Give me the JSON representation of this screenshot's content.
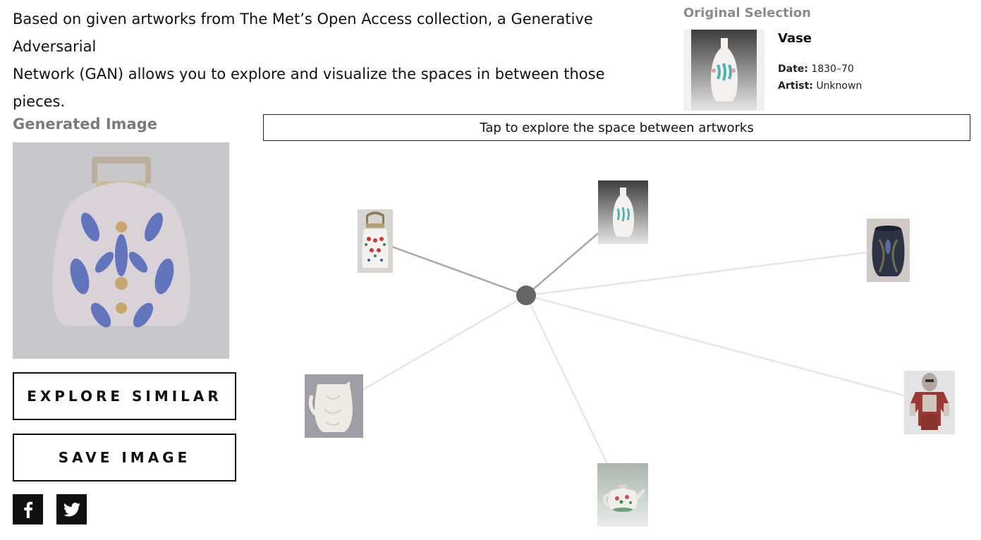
{
  "intro": {
    "line1": "Based on given artworks from The Met’s Open Access collection, a Generative Adversarial",
    "line2": "Network (GAN) allows you to explore and visualize the spaces in between those pieces."
  },
  "original_selection": {
    "heading": "Original Selection",
    "title": "Vase",
    "date_label": "Date:",
    "date_value": "1830–70",
    "artist_label": "Artist:",
    "artist_value": "Unknown"
  },
  "generated": {
    "heading": "Generated Image"
  },
  "buttons": {
    "explore_similar": "EXPLORE SIMILAR",
    "save_image": "SAVE IMAGE"
  },
  "social": {
    "facebook_icon": "facebook-icon",
    "twitter_icon": "twitter-icon"
  },
  "explore_bar": {
    "label": "Tap to explore the space between artworks"
  },
  "network": {
    "nodes": [
      {
        "name": "bag-artwork",
        "icon": "beaded-bag-thumbnail",
        "influence": "strong"
      },
      {
        "name": "vase-artwork",
        "icon": "vase-thumbnail",
        "influence": "strong"
      },
      {
        "name": "dark-vase-artwork",
        "icon": "dark-vase-thumbnail",
        "influence": "weak"
      },
      {
        "name": "pitcher-artwork",
        "icon": "pitcher-thumbnail",
        "influence": "weak"
      },
      {
        "name": "armor-artwork",
        "icon": "armor-thumbnail",
        "influence": "weak"
      },
      {
        "name": "teapot-artwork",
        "icon": "teapot-thumbnail",
        "influence": "weak"
      }
    ]
  },
  "colors": {
    "strong_link": "#a8a8a8",
    "weak_link": "#e4e4e4",
    "center_dot": "#666666",
    "heading_gray": "#8a8a8a"
  }
}
